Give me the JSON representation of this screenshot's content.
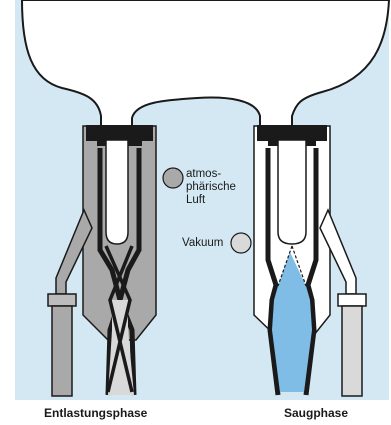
{
  "diagram": {
    "colors": {
      "background": "#d4e8f4",
      "milk": "#7fbde6",
      "atmospheric": "#a9a9a9",
      "vacuum": "#d9d9d9",
      "liner": "#1a1a1a"
    },
    "legend": {
      "atmospheric_line1": "atmos-",
      "atmospheric_line2": "phärische",
      "atmospheric_line3": "Luft",
      "vacuum": "Vakuum"
    },
    "phases": {
      "left": "Entlastungsphase",
      "right": "Saugphase"
    }
  }
}
